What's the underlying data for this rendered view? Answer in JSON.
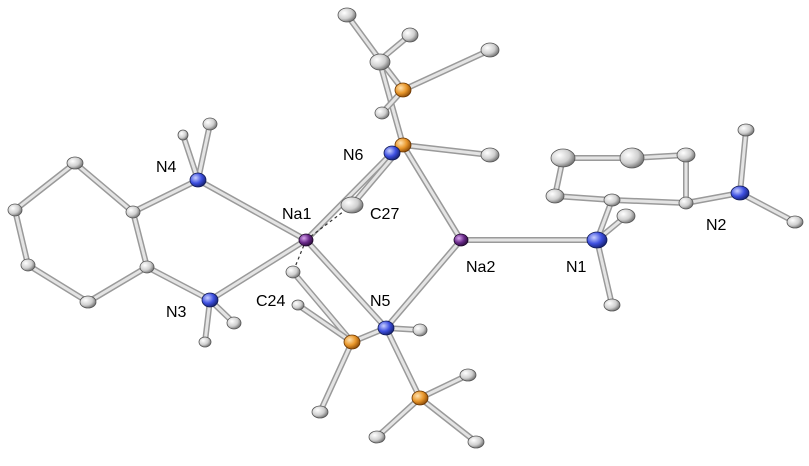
{
  "labels": {
    "N4": "N4",
    "N6": "N6",
    "Na1": "Na1",
    "C27": "C27",
    "Na2": "Na2",
    "N1": "N1",
    "N2": "N2",
    "N3": "N3",
    "C24": "C24",
    "N5": "N5"
  },
  "colors": {
    "carbon": "#c9c9c9",
    "nitrogen": "#3d4fe0",
    "sodium": "#6a2a8a",
    "phosphorus": "#e8962a",
    "bond": "#9a9a9a"
  }
}
